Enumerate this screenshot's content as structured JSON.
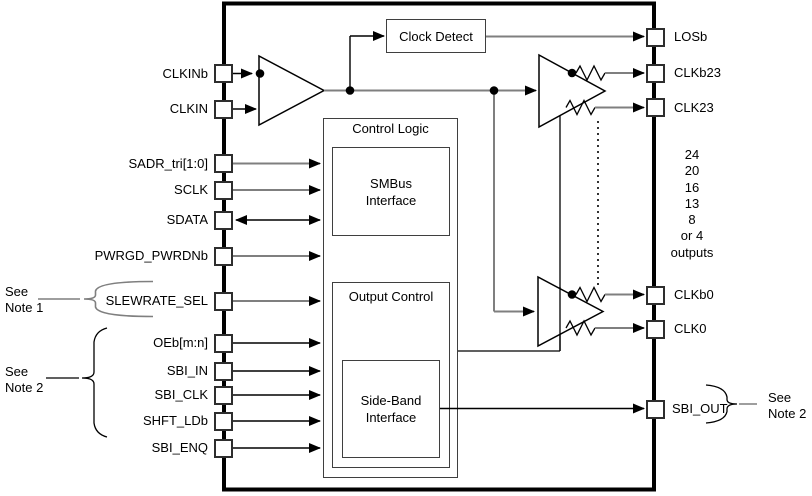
{
  "chip": {
    "left_pins": [
      {
        "label": "CLKINb"
      },
      {
        "label": "CLKIN"
      },
      {
        "label": "SADR_tri[1:0]"
      },
      {
        "label": "SCLK"
      },
      {
        "label": "SDATA"
      },
      {
        "label": "PWRGD_PWRDNb"
      },
      {
        "label": "SLEWRATE_SEL"
      },
      {
        "label": "OEb[m:n]"
      },
      {
        "label": "SBI_IN"
      },
      {
        "label": "SBI_CLK"
      },
      {
        "label": "SHFT_LDb"
      },
      {
        "label": "SBI_ENQ"
      }
    ],
    "right_pins": [
      {
        "label": "LOSb"
      },
      {
        "label": "CLKb23"
      },
      {
        "label": "CLK23"
      },
      {
        "label": "CLKb0"
      },
      {
        "label": "CLK0"
      },
      {
        "label": "SBI_OUT"
      }
    ],
    "blocks": {
      "clock_detect": "Clock Detect",
      "control_logic": "Control Logic",
      "smbus": "SMBus\nInterface",
      "output_control": "Output Control",
      "sideband": "Side-Band\nInterface"
    },
    "outputs_label": "24\n20\n16\n13\n8\nor 4\noutputs",
    "notes": {
      "note1_left": "See\nNote 1",
      "note2_left": "See\nNote 2",
      "note2_right": "See\nNote 2"
    },
    "colors": {
      "wire_gray": "#7f7f7f",
      "wire_black": "#000000"
    }
  }
}
